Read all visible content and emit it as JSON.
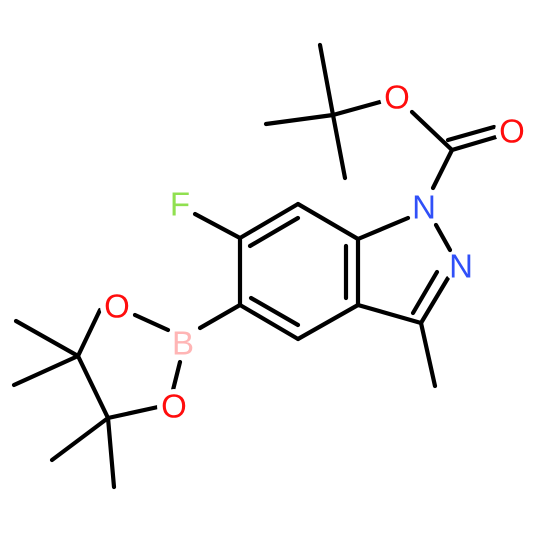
{
  "atoms": {
    "O_ester": {
      "symbol": "O",
      "color": "#ff0d0d"
    },
    "O_carbonyl": {
      "symbol": "O",
      "color": "#ff0d0d"
    },
    "N1": {
      "symbol": "N",
      "color": "#3050f8"
    },
    "N2": {
      "symbol": "N",
      "color": "#3050f8"
    },
    "F": {
      "symbol": "F",
      "color": "#90e050"
    },
    "B": {
      "symbol": "B",
      "color": "#ffb5b5"
    },
    "O_pin_top": {
      "symbol": "O",
      "color": "#ff0d0d"
    },
    "O_pin_bottom": {
      "symbol": "O",
      "color": "#ff0d0d"
    }
  }
}
